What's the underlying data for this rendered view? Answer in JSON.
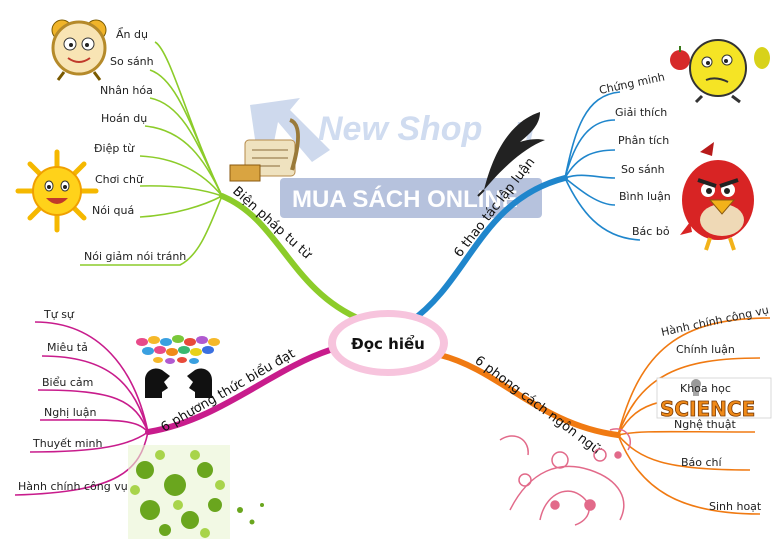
{
  "center": {
    "label": "Đọc hiểu"
  },
  "watermark": {
    "brand": "New Shop",
    "brand_suffix": "n",
    "tagline": "MUA SÁCH ONLINE"
  },
  "branches": [
    {
      "label": "Biện pháp tu từ",
      "color": "#8ccc2a",
      "items": [
        "Ẩn dụ",
        "So sánh",
        "Nhân hóa",
        "Hoán dụ",
        "Điệp từ",
        "Chơi chữ",
        "Nói quá",
        "Nói giảm nói tránh"
      ]
    },
    {
      "label": "6 thao tác lập luận",
      "color": "#1f86cc",
      "items": [
        "Chứng minh",
        "Giải thích",
        "Phân tích",
        "So sánh",
        "Bình luận",
        "Bác bỏ"
      ]
    },
    {
      "label": "6 phương thức biểu đạt",
      "color": "#c81c8c",
      "items": [
        "Tự sự",
        "Miêu tả",
        "Biểu cảm",
        "Nghị luận",
        "Thuyết minh",
        "Hành chính công vụ"
      ]
    },
    {
      "label": "6 phong cách ngôn ngữ",
      "color": "#f07a12",
      "items": [
        "Hành chính công vụ",
        "Chính luận",
        "Khoa học",
        "Nghệ thuật",
        "Báo chí",
        "Sinh hoạt"
      ]
    }
  ],
  "decor": {
    "science_word": "SCIENCE"
  },
  "icons": [
    "alarm-clock-icon",
    "sun-icon",
    "scroll-quill-icon",
    "feather-quill-icon",
    "thinking-face-icon",
    "angry-bird-icon",
    "speech-bubbles-heads-icon",
    "floral-pattern-icon",
    "science-logo-icon"
  ]
}
